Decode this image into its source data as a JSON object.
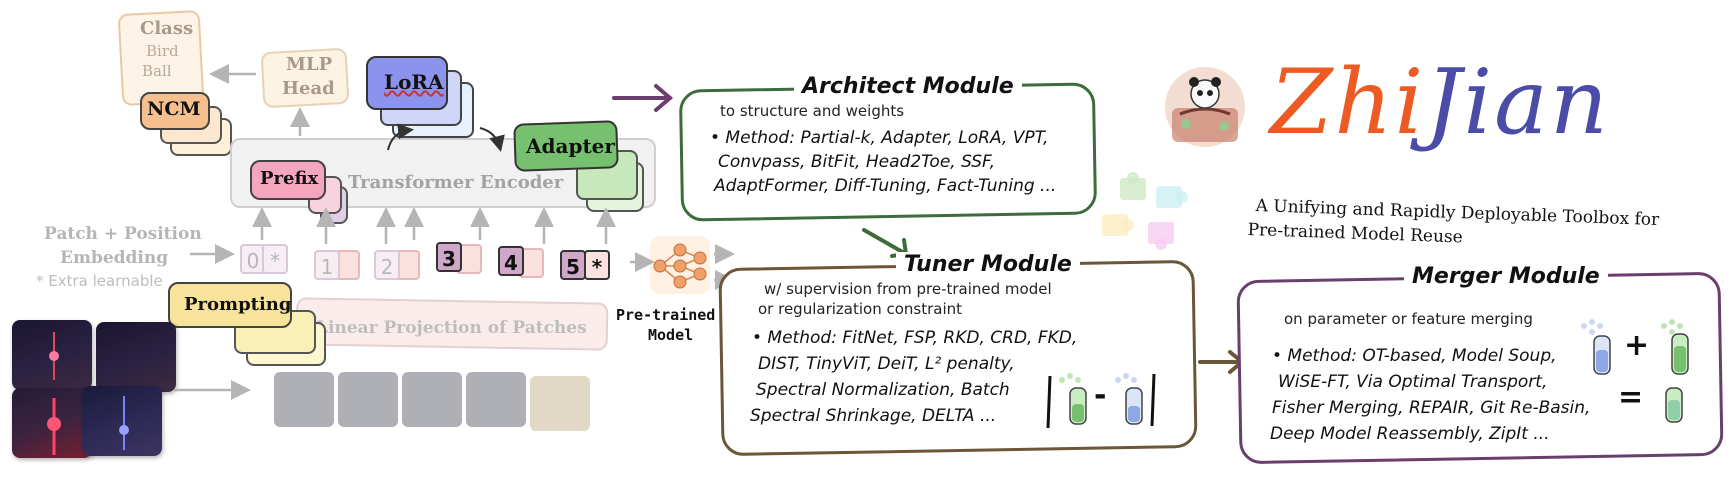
{
  "colors": {
    "architect_border": "#3e6b3a",
    "tuner_border": "#6b5638",
    "merger_border": "#6a3f6e",
    "lora": "#8c93ec",
    "adapter": "#77c06f",
    "prefix": "#f3a6be",
    "prompting": "#f7e39a",
    "ncm": "#f5c08e",
    "logo_orange": "#ee5a24",
    "logo_blue": "#4b4ba8",
    "arrow_purple": "#6a3f6e",
    "arrow_green": "#3e6b3a",
    "arrow_brown": "#6b5638"
  },
  "left_diagram": {
    "class_box": {
      "title": "Class",
      "items": [
        "Bird",
        "Ball"
      ]
    },
    "ncm_label": "NCM",
    "mlp_head": {
      "line1": "MLP",
      "line2": "Head"
    },
    "lora_label": "LoRA",
    "adapter_label": "Adapter",
    "prefix_label": "Prefix",
    "encoder_label": "Transformer Encoder",
    "embedding_label": {
      "line1": "Patch + Position",
      "line2": "Embedding",
      "note": "* Extra learnable"
    },
    "prompting_label": "Prompting",
    "linear_projection_label": "Linear Projection of Patches",
    "tokens": [
      "0",
      "*",
      "1",
      "2",
      "3",
      "4",
      "5",
      "*"
    ],
    "pretrained_model": {
      "line1": "Pre-trained",
      "line2": "Model",
      "icon": "neural-network-icon"
    }
  },
  "architect": {
    "title": "Architect Module",
    "subtitle": "to structure and weights",
    "method_lines": [
      "• Method: Partial-k, Adapter, LoRA, VPT,",
      "Convpass, BitFit, Head2Toe, SSF,",
      "AdaptFormer, Diff-Tuning, Fact-Tuning ..."
    ]
  },
  "tuner": {
    "title": "Tuner Module",
    "subtitle_lines": [
      "w/ supervision from pre-trained model",
      "or regularization constraint"
    ],
    "method_lines": [
      "• Method: FitNet, FSP, RKD, CRD, FKD,",
      "DIST, TinyViT, DeiT, L² penalty,",
      "Spectral Normalization, Batch",
      "Spectral Shrinkage, DELTA ..."
    ],
    "formula_minus": "-"
  },
  "merger": {
    "title": "Merger Module",
    "subtitle": "on parameter or feature merging",
    "method_lines": [
      "• Method: OT-based, Model Soup,",
      "WiSE-FT, Via Optimal Transport,",
      "Fisher Merging, REPAIR, Git Re-Basin,",
      "Deep Model Reassembly, ZipIt ..."
    ],
    "plus": "+",
    "equals": "="
  },
  "brand": {
    "logo_part1": "Zhi",
    "logo_part2": "Jian",
    "mascot_icon": "panda-mascot-icon",
    "tagline_line1": "A Unifying and Rapidly Deployable Toolbox for",
    "tagline_line2": "Pre-trained Model Reuse"
  }
}
